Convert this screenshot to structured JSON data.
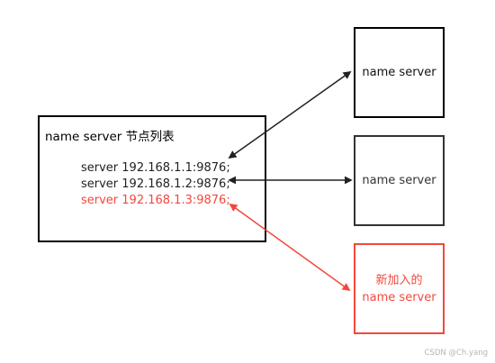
{
  "node_list": {
    "title": "name server 节点列表",
    "entries": [
      "server 192.168.1.1:9876;",
      "server 192.168.1.2:9876;",
      "server 192.168.1.3:9876;"
    ]
  },
  "servers": {
    "top": "name server",
    "middle": "name server",
    "new_line1": "新加入的",
    "new_line2": "name server"
  },
  "colors": {
    "existing": "#222222",
    "new": "#f2483c"
  },
  "watermark": "CSDN @Ch.yang"
}
